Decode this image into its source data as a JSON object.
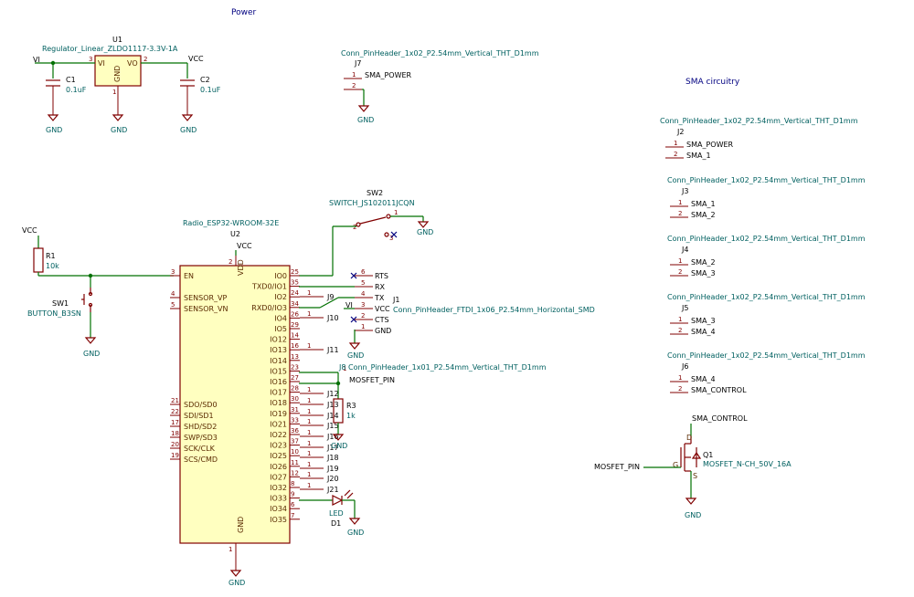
{
  "sheet_labels": {
    "power": "Power",
    "sma": "SMA circuitry"
  },
  "u1": {
    "ref": "U1",
    "value": "Regulator_Linear_ZLDO1117-3.3V-1A",
    "pin_vi": "VI",
    "pin_vo": "VO",
    "pin_gnd": "GND",
    "n3": "3",
    "n2": "2",
    "n1": "1"
  },
  "power_section": {
    "vi_net": "VI",
    "vcc_net": "VCC",
    "c1_ref": "C1",
    "c1_val": "0.1uF",
    "c2_ref": "C2",
    "c2_val": "0.1uF",
    "gnd": "GND"
  },
  "j7": {
    "value": "Conn_PinHeader_1x02_P2.54mm_Vertical_THT_D1mm",
    "ref": "J7",
    "pin1": "1",
    "pin2": "2",
    "net1": "SMA_POWER",
    "gnd": "GND"
  },
  "sma_connectors": [
    {
      "value": "Conn_PinHeader_1x02_P2.54mm_Vertical_THT_D1mm",
      "ref": "J2",
      "p1": "1",
      "p2": "2",
      "n1": "SMA_POWER",
      "n2": "SMA_1"
    },
    {
      "value": "Conn_PinHeader_1x02_P2.54mm_Vertical_THT_D1mm",
      "ref": "J3",
      "p1": "1",
      "p2": "2",
      "n1": "SMA_1",
      "n2": "SMA_2"
    },
    {
      "value": "Conn_PinHeader_1x02_P2.54mm_Vertical_THT_D1mm",
      "ref": "J4",
      "p1": "1",
      "p2": "2",
      "n1": "SMA_2",
      "n2": "SMA_3"
    },
    {
      "value": "Conn_PinHeader_1x02_P2.54mm_Vertical_THT_D1mm",
      "ref": "J5",
      "p1": "1",
      "p2": "2",
      "n1": "SMA_3",
      "n2": "SMA_4"
    },
    {
      "value": "Conn_PinHeader_1x02_P2.54mm_Vertical_THT_D1mm",
      "ref": "J6",
      "p1": "1",
      "p2": "2",
      "n1": "SMA_4",
      "n2": "SMA_CONTROL"
    }
  ],
  "sw2": {
    "ref": "SW2",
    "value": "SWITCH_JS102011JCQN",
    "p1": "1",
    "p2": "2",
    "p3": "3",
    "gnd": "GND"
  },
  "sw1": {
    "ref": "SW1",
    "value": "BUTTON_B3SN",
    "gnd": "GND"
  },
  "r1": {
    "ref": "R1",
    "value": "10k",
    "vcc": "VCC"
  },
  "u2": {
    "ref": "U2",
    "value": "Radio_ESP32-WROOM-32E",
    "vcc": "VCC",
    "gnd": "GND",
    "vdd": "VDD",
    "gnd_pin": "GND",
    "vdd_num": "2",
    "gnd_num": "1",
    "left_pins": [
      {
        "num": "3",
        "name": "EN"
      },
      {
        "num": "4",
        "name": "SENSOR_VP"
      },
      {
        "num": "5",
        "name": "SENSOR_VN"
      },
      {
        "num": "21",
        "name": "SDO/SD0"
      },
      {
        "num": "22",
        "name": "SDI/SD1"
      },
      {
        "num": "17",
        "name": "SHD/SD2"
      },
      {
        "num": "18",
        "name": "SWP/SD3"
      },
      {
        "num": "20",
        "name": "SCK/CLK"
      },
      {
        "num": "19",
        "name": "SCS/CMD"
      }
    ],
    "right_pins": [
      {
        "num": "25",
        "name": "IO0"
      },
      {
        "num": "35",
        "name": "TXD0/IO1"
      },
      {
        "num": "24",
        "name": "IO2"
      },
      {
        "num": "34",
        "name": "RXD0/IO3"
      },
      {
        "num": "26",
        "name": "IO4"
      },
      {
        "num": "29",
        "name": "IO5"
      },
      {
        "num": "14",
        "name": "IO12"
      },
      {
        "num": "16",
        "name": "IO13"
      },
      {
        "num": "13",
        "name": "IO14"
      },
      {
        "num": "23",
        "name": "IO15"
      },
      {
        "num": "27",
        "name": "IO16"
      },
      {
        "num": "28",
        "name": "IO17"
      },
      {
        "num": "30",
        "name": "IO18"
      },
      {
        "num": "31",
        "name": "IO19"
      },
      {
        "num": "33",
        "name": "IO21"
      },
      {
        "num": "36",
        "name": "IO22"
      },
      {
        "num": "37",
        "name": "IO23"
      },
      {
        "num": "10",
        "name": "IO25"
      },
      {
        "num": "11",
        "name": "IO26"
      },
      {
        "num": "12",
        "name": "IO27"
      },
      {
        "num": "8",
        "name": "IO32"
      },
      {
        "num": "9",
        "name": "IO33"
      },
      {
        "num": "6",
        "name": "IO34"
      },
      {
        "num": "7",
        "name": "IO35"
      }
    ]
  },
  "j1": {
    "ref": "J1",
    "value": "Conn_PinHeader_FTDI_1x06_P2.54mm_Horizontal_SMD",
    "pins": [
      {
        "num": "6",
        "name": "RTS"
      },
      {
        "num": "5",
        "name": "RX"
      },
      {
        "num": "4",
        "name": "TX"
      },
      {
        "num": "3",
        "name": "VCC"
      },
      {
        "num": "2",
        "name": "CTS"
      },
      {
        "num": "1",
        "name": "GND"
      }
    ],
    "vi": "VI",
    "gnd": "GND"
  },
  "small_headers": {
    "j9": "J9",
    "j10": "J10",
    "j11": "J11",
    "j12": "J12",
    "j13": "J13",
    "j14": "J14",
    "j15": "J15",
    "j16": "J16",
    "j17": "J17",
    "j18": "J18",
    "j19": "J19",
    "j20": "J20",
    "j21": "J21",
    "pin": "1"
  },
  "j8": {
    "label": "J8 Conn_PinHeader_1x01_P2.54mm_Vertical_THT_D1mm",
    "pin": "1"
  },
  "mosfet_net": "MOSFET_PIN",
  "r3": {
    "ref": "R3",
    "value": "1k",
    "gnd": "GND"
  },
  "d1": {
    "ref": "D1",
    "value": "LED",
    "gnd": "GND"
  },
  "q1": {
    "ref": "Q1",
    "value": "MOSFET_N-CH_50V_16A",
    "drain_net": "SMA_CONTROL",
    "gate_net": "MOSFET_PIN",
    "d": "D",
    "g": "G",
    "s": "S",
    "gnd": "GND"
  }
}
